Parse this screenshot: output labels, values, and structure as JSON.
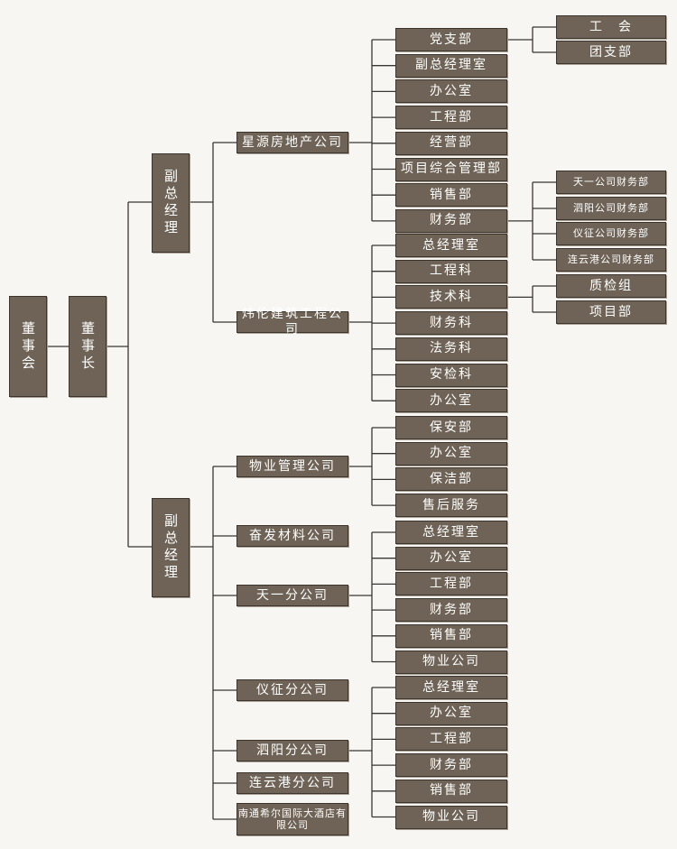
{
  "board": "董事会",
  "chairman": "董事长",
  "vp1": "副总经理",
  "vp2": "副总经理",
  "companies": {
    "xingyuan": "星源房地产公司",
    "weilun": "炜伦建筑工程公司",
    "wuye": "物业管理公司",
    "fenfa": "奋发材料公司",
    "tianyi": "天一分公司",
    "yizheng": "仪征分公司",
    "siyang": "泗阳分公司",
    "lianyungang": "连云港分公司",
    "nantong": "南通希尔国际大酒店有限公司"
  },
  "xingyuan_depts": [
    "党支部",
    "副总经理室",
    "办公室",
    "工程部",
    "经营部",
    "项目综合管理部",
    "销售部",
    "财务部"
  ],
  "party_sub": [
    "工　会",
    "团支部"
  ],
  "finance_sub": [
    "天一公司财务部",
    "泗阳公司财务部",
    "仪征公司财务部",
    "连云港公司财务部"
  ],
  "weilun_depts": [
    "总经理室",
    "工程科",
    "技术科",
    "财务科",
    "法务科",
    "安检科",
    "办公室"
  ],
  "tech_sub": [
    "质检组",
    "项目部"
  ],
  "wuye_depts": [
    "保安部",
    "办公室",
    "保洁部",
    "售后服务"
  ],
  "tianyi_depts": [
    "总经理室",
    "办公室",
    "工程部",
    "财务部",
    "销售部",
    "物业公司"
  ],
  "siyang_depts": [
    "总经理室",
    "办公室",
    "工程部",
    "财务部",
    "销售部",
    "物业公司"
  ]
}
